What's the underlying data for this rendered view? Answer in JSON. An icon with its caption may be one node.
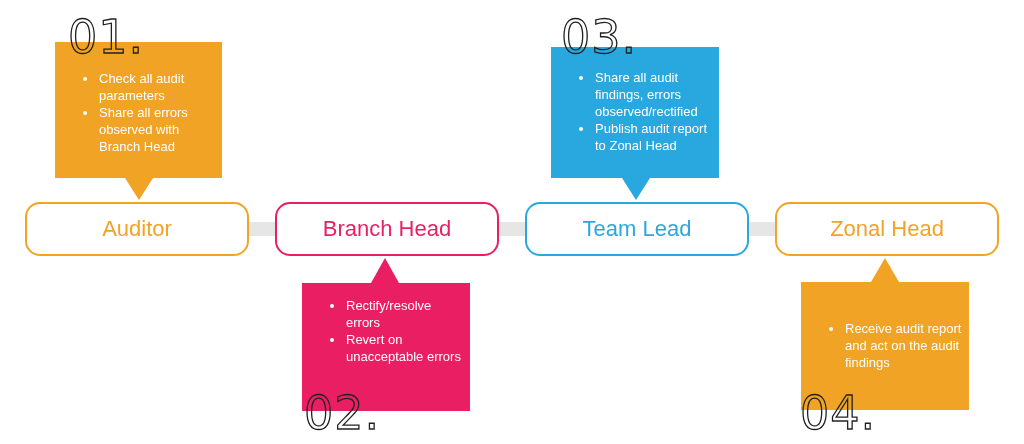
{
  "diagram": {
    "nodes": [
      {
        "text": [
          "Auditor"
        ]
      },
      {
        "text": [
          "Check all audit parameters",
          "Share all errors observed with Branch Head"
        ],
        "beside": [
          "01."
        ]
      },
      {
        "text": [
          "Branch Head"
        ]
      },
      {
        "text": [
          "Rectify/resolve errors",
          "Revert on unacceptable errors"
        ],
        "beside": [
          "02."
        ]
      },
      {
        "text": [
          "Team Lead"
        ]
      },
      {
        "text": [
          "Share all audit findings, errors observed/rectified",
          "Publish audit report to Zonal Head"
        ],
        "beside": [
          "03."
        ]
      },
      {
        "text": [
          "Zonal Head"
        ]
      },
      {
        "text": [
          "Receive audit report and act on the audit findings"
        ],
        "beside": [
          "04."
        ]
      }
    ],
    "edges": [
      {
        "from": 0,
        "to": 2,
        "arrow": "none"
      },
      {
        "from": 2,
        "to": 4,
        "arrow": "none"
      },
      {
        "from": 4,
        "to": 6,
        "arrow": "none"
      }
    ]
  }
}
